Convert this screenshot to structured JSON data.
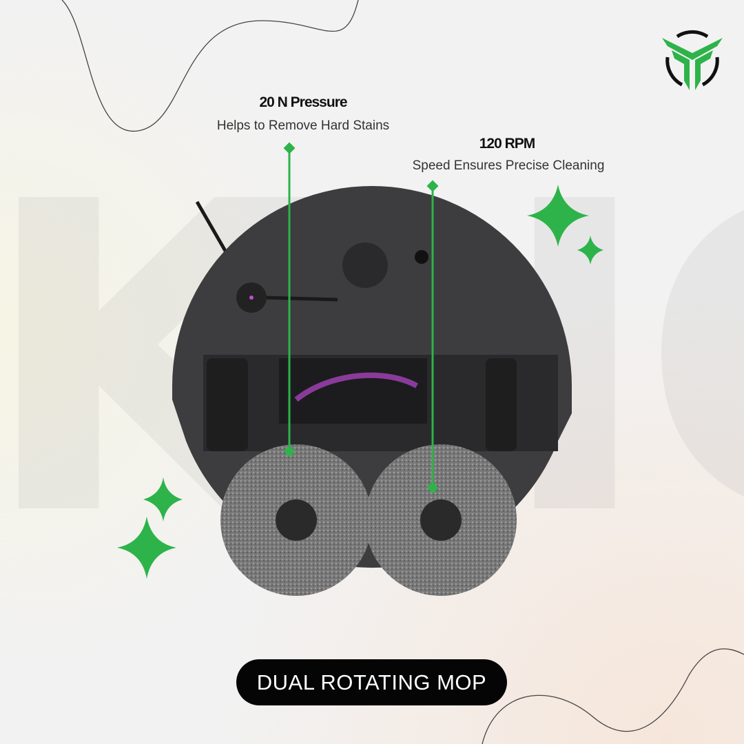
{
  "watermark": "KHG",
  "brand": {
    "logo": "green-triangular-Y-logo",
    "accent": "#2db34a"
  },
  "features": [
    {
      "title": "20 N Pressure",
      "subtitle": "Helps to Remove Hard Stains"
    },
    {
      "title": "120 RPM",
      "subtitle": "Speed Ensures Precise Cleaning"
    }
  ],
  "badge": {
    "label": "DUAL ROTATING MOP"
  }
}
